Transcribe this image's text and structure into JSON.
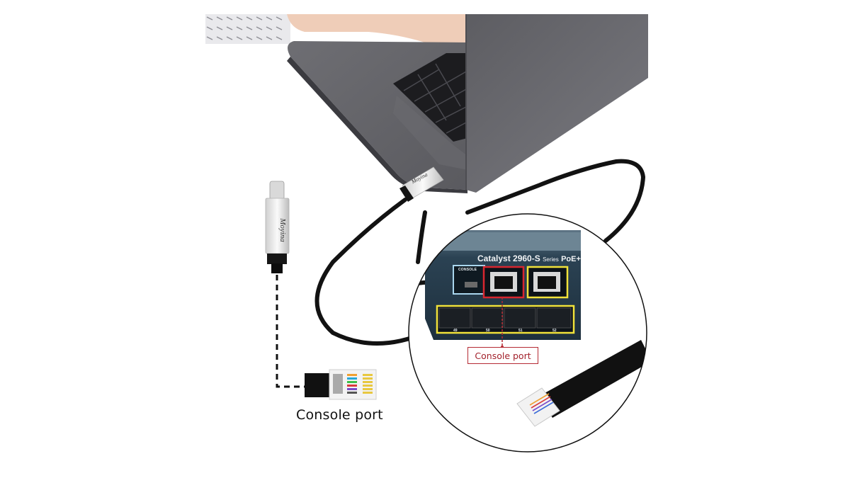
{
  "image": {
    "subject": "USB-C to RJ45 console cable connecting a laptop to a Cisco switch",
    "background_color": "#ffffff"
  },
  "labels": {
    "main_caption": "Console port",
    "inset_caption": "Console port"
  },
  "connector": {
    "brand": "Moyina",
    "brand_on_plug": "Moyina"
  },
  "switch": {
    "model_name": "Catalyst 2960-S",
    "series_text": "Series",
    "poe_text": "PoE+",
    "console_label": "CONSOLE",
    "sfp_port_numbers": [
      "49",
      "50",
      "51",
      "52"
    ]
  },
  "colors": {
    "console_highlight": "#d7262f",
    "uplink_highlight": "#f1e23a",
    "usb_mini_highlight": "#a9d6ee",
    "caption_border": "#b52a33",
    "caption_text": "#a3222c",
    "switch_body": "#25394a",
    "laptop_gray": "#6b6b70",
    "cable_black": "#111111"
  }
}
